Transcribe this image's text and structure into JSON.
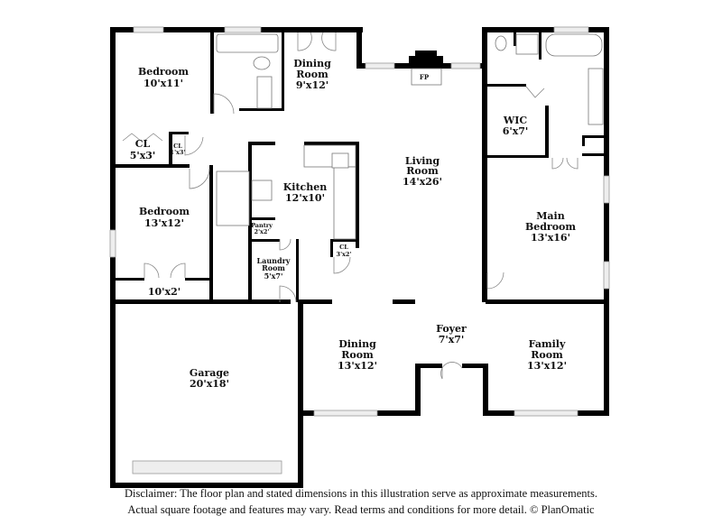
{
  "rooms": {
    "bedroom1": {
      "name": "Bedroom",
      "size": "10'x11'"
    },
    "closet1": {
      "name": "CL",
      "size": "5'x3'"
    },
    "closet_small": {
      "name": "CL",
      "size": "1'x3'"
    },
    "bedroom2": {
      "name": "Bedroom",
      "size": "13'x12'"
    },
    "bedroom2_closet": {
      "size": "10'x2'"
    },
    "dining_top": {
      "name1": "Dining",
      "name2": "Room",
      "size": "9'x12'"
    },
    "kitchen": {
      "name": "Kitchen",
      "size": "12'x10'"
    },
    "pantry": {
      "name": "Pantry",
      "size": "2'x2'"
    },
    "laundry": {
      "name1": "Laundry",
      "name2": "Room",
      "size": "5'x7'"
    },
    "kitchen_closet": {
      "name": "CL",
      "size": "3'x2'"
    },
    "fireplace": {
      "name": "FP"
    },
    "living": {
      "name1": "Living",
      "name2": "Room",
      "size": "14'x26'"
    },
    "wic": {
      "name": "WIC",
      "size": "6'x7'"
    },
    "main_bedroom": {
      "name1": "Main",
      "name2": "Bedroom",
      "size": "13'x16'"
    },
    "garage": {
      "name": "Garage",
      "size": "20'x18'"
    },
    "dining_bottom": {
      "name1": "Dining",
      "name2": "Room",
      "size": "13'x12'"
    },
    "foyer": {
      "name": "Foyer",
      "size": "7'x7'"
    },
    "family": {
      "name1": "Family",
      "name2": "Room",
      "size": "13'x12'"
    }
  },
  "disclaimer": {
    "line1": "Disclaimer: The floor plan and stated dimensions in this illustration serve as approximate measurements.",
    "line2": "Actual square footage and features may vary. Read terms and conditions for more detail. © PlanOmatic"
  }
}
